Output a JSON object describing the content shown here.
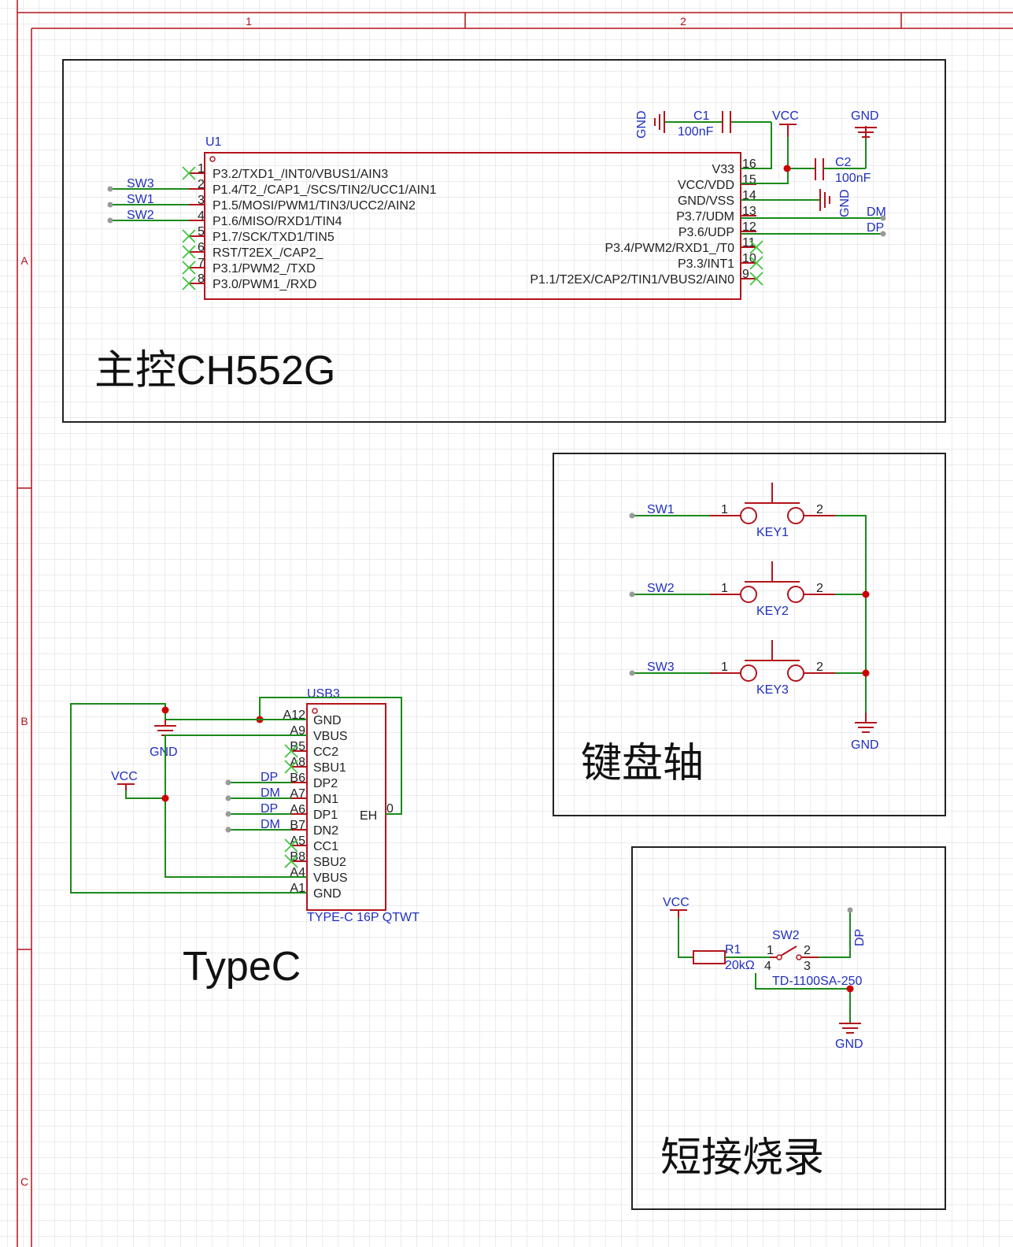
{
  "frame": {
    "columns": [
      "1",
      "2"
    ],
    "rows": [
      "A",
      "B",
      "C"
    ]
  },
  "colors": {
    "wire": "#1a8a1a",
    "part": "#b3141b",
    "net_label": "#1f2fbf",
    "junction": "#cc0000",
    "no_connect": "#3fc43f",
    "grid": "#d9d9d9"
  },
  "mcu_block": {
    "title": "主控CH552G",
    "ref": "U1",
    "left_pins": [
      {
        "num": "1",
        "name": "P3.2/TXD1_/INT0/VBUS1/AIN3",
        "net": "",
        "nc": true
      },
      {
        "num": "2",
        "name": "P1.4/T2_/CAP1_/SCS/TIN2/UCC1/AIN1",
        "net": "SW3",
        "nc": false
      },
      {
        "num": "3",
        "name": "P1.5/MOSI/PWM1/TIN3/UCC2/AIN2",
        "net": "SW1",
        "nc": false
      },
      {
        "num": "4",
        "name": "P1.6/MISO/RXD1/TIN4",
        "net": "SW2",
        "nc": false
      },
      {
        "num": "5",
        "name": "P1.7/SCK/TXD1/TIN5",
        "net": "",
        "nc": true
      },
      {
        "num": "6",
        "name": "RST/T2EX_/CAP2_",
        "net": "",
        "nc": true
      },
      {
        "num": "7",
        "name": "P3.1/PWM2_/TXD",
        "net": "",
        "nc": true
      },
      {
        "num": "8",
        "name": "P3.0/PWM1_/RXD",
        "net": "",
        "nc": true
      }
    ],
    "right_pins": [
      {
        "num": "16",
        "name": "V33"
      },
      {
        "num": "15",
        "name": "VCC/VDD"
      },
      {
        "num": "14",
        "name": "GND/VSS"
      },
      {
        "num": "13",
        "name": "P3.7/UDM"
      },
      {
        "num": "12",
        "name": "P3.6/UDP"
      },
      {
        "num": "11",
        "name": "P3.4/PWM2/RXD1_/T0"
      },
      {
        "num": "10",
        "name": "P3.3/INT1"
      },
      {
        "num": "9",
        "name": "P1.1/T2EX/CAP2/TIN1/VBUS2/AIN0"
      }
    ],
    "c1": {
      "ref": "C1",
      "value": "100nF"
    },
    "c2": {
      "ref": "C2",
      "value": "100nF"
    },
    "labels": {
      "gnd": "GND",
      "vcc": "VCC",
      "dm": "DM",
      "dp": "DP"
    }
  },
  "keys_block": {
    "title": "键盘轴",
    "keys": [
      {
        "ref": "KEY1",
        "net": "SW1",
        "pin1": "1",
        "pin2": "2"
      },
      {
        "ref": "KEY2",
        "net": "SW2",
        "pin1": "1",
        "pin2": "2"
      },
      {
        "ref": "KEY3",
        "net": "SW3",
        "pin1": "1",
        "pin2": "2"
      }
    ],
    "gnd": "GND"
  },
  "typec_block": {
    "title": "TypeC",
    "ref": "USB3",
    "part": "TYPE-C 16P QTWT",
    "pins": [
      {
        "num": "A12",
        "name": "GND",
        "net": "",
        "nc": false
      },
      {
        "num": "A9",
        "name": "VBUS",
        "net": "",
        "nc": false
      },
      {
        "num": "B5",
        "name": "CC2",
        "net": "",
        "nc": true
      },
      {
        "num": "A8",
        "name": "SBU1",
        "net": "",
        "nc": true
      },
      {
        "num": "B6",
        "name": "DP2",
        "net": "DP",
        "nc": false
      },
      {
        "num": "A7",
        "name": "DN1",
        "net": "DM",
        "nc": false
      },
      {
        "num": "A6",
        "name": "DP1",
        "net": "DP",
        "nc": false
      },
      {
        "num": "B7",
        "name": "DN2",
        "net": "DM",
        "nc": false
      },
      {
        "num": "A5",
        "name": "CC1",
        "net": "",
        "nc": true
      },
      {
        "num": "B8",
        "name": "SBU2",
        "net": "",
        "nc": true
      },
      {
        "num": "A4",
        "name": "VBUS",
        "net": "",
        "nc": false
      },
      {
        "num": "A1",
        "name": "GND",
        "net": "",
        "nc": false
      }
    ],
    "eh_name": "EH",
    "eh_num": "0",
    "gnd": "GND",
    "vcc": "VCC"
  },
  "boot_block": {
    "title": "短接烧录",
    "vcc": "VCC",
    "r1": {
      "ref": "R1",
      "value": "20kΩ"
    },
    "sw2": {
      "ref": "SW2",
      "part": "TD-1100SA-250",
      "p1": "1",
      "p2": "2",
      "p3": "3",
      "p4": "4"
    },
    "dp": "DP",
    "gnd": "GND"
  }
}
